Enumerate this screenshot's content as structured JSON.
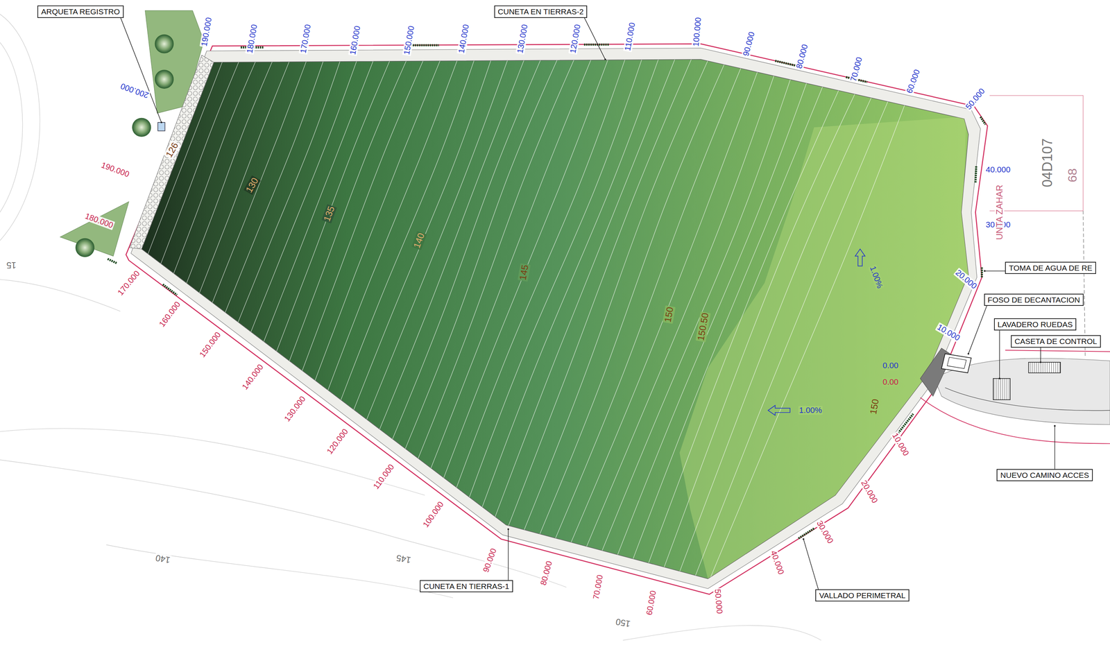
{
  "diagram": {
    "nodes": [
      {
        "text": [
          "ARQUETA REGISTRO"
        ]
      },
      {
        "text": [
          "CUNETA EN TIERRAS-2"
        ]
      },
      {
        "text": [
          "TOMA DE AGUA DE RE"
        ]
      },
      {
        "text": [
          "FOSO DE DECANTACION"
        ]
      },
      {
        "text": [
          "LAVADERO RUEDAS"
        ]
      },
      {
        "text": [
          "CASETA DE CONTROL"
        ]
      },
      {
        "text": [
          "NUEVO CAMINO ACCES"
        ]
      },
      {
        "text": [
          "CUNETA EN TIERRAS-1"
        ]
      },
      {
        "text": [
          "VALLADO PERIMETRAL"
        ]
      }
    ],
    "labels": [
      "200.000",
      "190.000",
      "180.000",
      "170.000",
      "160.000",
      "150.000",
      "140.000",
      "130.000",
      "120.000",
      "110.000",
      "100.000",
      "90.000",
      "80.000",
      "70.000",
      "60.000",
      "50.000",
      "40.000",
      "30.000",
      "20.000",
      "10.000",
      "0.00",
      "0.00",
      "10.000",
      "20.000",
      "30.000",
      "40.000",
      "50.000",
      "60.000",
      "70.000",
      "80.000",
      "90.000",
      "100.000",
      "110.000",
      "120.000",
      "130.000",
      "140.000",
      "150.000",
      "160.000",
      "170.000",
      "180.000",
      "190.000",
      "126",
      "130",
      "135",
      "140",
      "145",
      "150",
      "150.50",
      "150",
      "1.00%",
      "1.00%",
      "140",
      "145",
      "150",
      "15",
      "04D107",
      "68",
      "UNTA ZAHAR"
    ]
  }
}
